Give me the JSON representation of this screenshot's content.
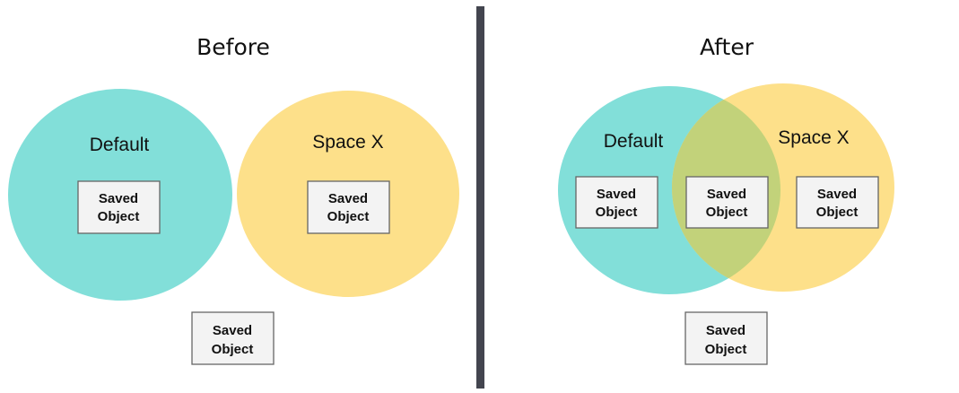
{
  "colors": {
    "default_circle": "#82dfd9",
    "space_x_circle": "#fde08a",
    "overlap": "#c2d27a",
    "divider": "#43454f"
  },
  "before": {
    "title": "Before",
    "default_label": "Default",
    "space_x_label": "Space X",
    "default_box": [
      "Saved",
      "Object"
    ],
    "space_x_box": [
      "Saved",
      "Object"
    ],
    "outside_box": [
      "Saved",
      "Object"
    ]
  },
  "after": {
    "title": "After",
    "default_label": "Default",
    "space_x_label": "Space X",
    "default_box": [
      "Saved",
      "Object"
    ],
    "shared_box": [
      "Saved",
      "Object"
    ],
    "space_x_box": [
      "Saved",
      "Object"
    ],
    "outside_box": [
      "Saved",
      "Object"
    ]
  }
}
